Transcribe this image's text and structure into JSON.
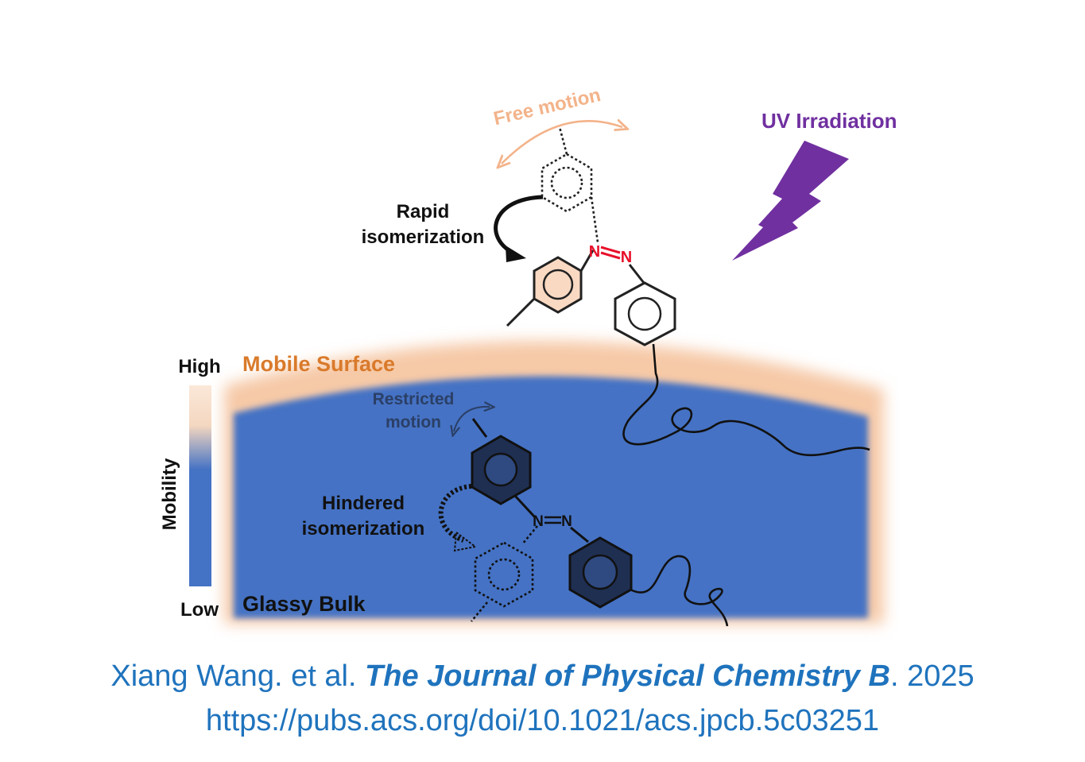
{
  "labels": {
    "free_motion": "Free motion",
    "uv_irradiation": "UV Irradiation",
    "rapid": "Rapid",
    "isomerization_rapid": "isomerization",
    "n_left": "N",
    "n_right": "N",
    "high": "High",
    "mobile_surface": "Mobile Surface",
    "restricted": "Restricted",
    "restricted_motion": "motion",
    "mobility": "Mobility",
    "hindered": "Hindered",
    "isomerization_hindered": "isomerization",
    "n_left_bulk": "N",
    "n_right_bulk": "N",
    "low": "Low",
    "glassy_bulk": "Glassy Bulk"
  },
  "colors": {
    "surface": "#f6c9a7",
    "surface_text": "#d97a2b",
    "bulk": "#4472c4",
    "bulk_ring": "#1f2f52",
    "uv": "#7030a0",
    "azo": "#e8102a",
    "free_motion_text": "#f3b38a",
    "restricted_text": "#2b3f66",
    "caption": "#1f73bd"
  },
  "citation": {
    "authors": "Xiang Wang. et al. ",
    "journal": "The Journal of Physical Chemistry B",
    "year": ". 2025",
    "url": "https://pubs.acs.org/doi/10.1021/acs.jpcb.5c03251"
  }
}
